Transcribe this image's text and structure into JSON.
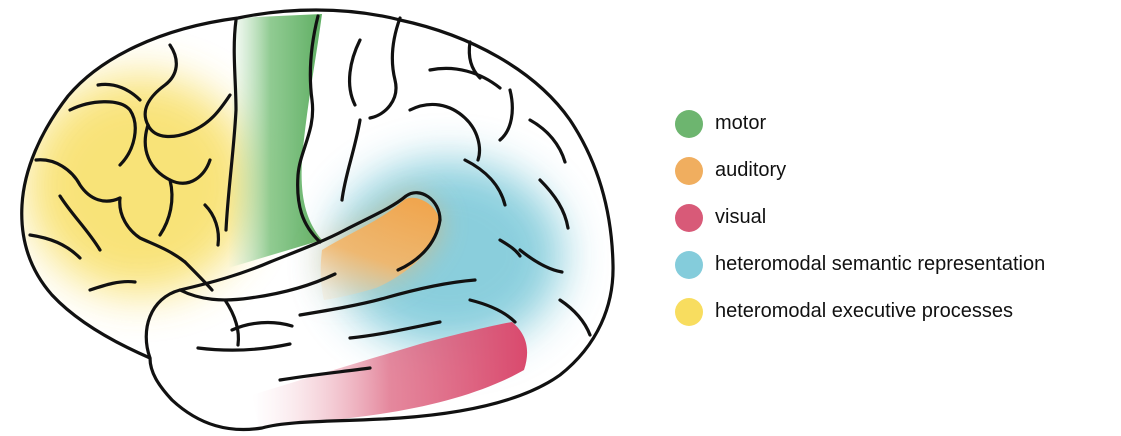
{
  "legend": {
    "items": [
      {
        "label": "motor",
        "color": "#6db56f"
      },
      {
        "label": "auditory",
        "color": "#f0ae5f"
      },
      {
        "label": "visual",
        "color": "#d85a78"
      },
      {
        "label": "heteromodal semantic representation",
        "color": "#84ccdb"
      },
      {
        "label": "heteromodal executive processes",
        "color": "#f8dd5f"
      }
    ]
  },
  "colors": {
    "motor": "#6db56f",
    "auditory": "#f0ae5f",
    "visual": "#d85a78",
    "semantic": "#84ccdb",
    "executive": "#f8dd5f",
    "outline": "#111111"
  }
}
